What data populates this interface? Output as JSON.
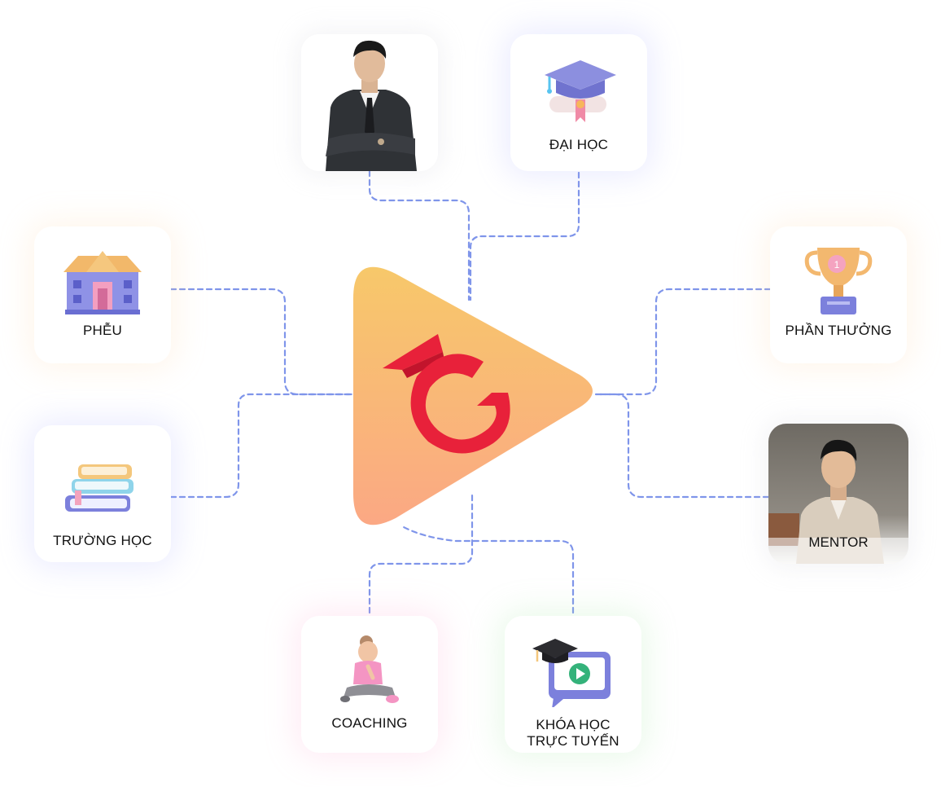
{
  "nodes": {
    "dai_hoc": {
      "label": "ĐẠI HỌC",
      "icon": "graduation-cap-diploma-icon"
    },
    "pheu": {
      "label": "PHỄU",
      "icon": "school-building-icon"
    },
    "phan_thuong": {
      "label": "PHẦN THƯỞNG",
      "icon": "trophy-icon"
    },
    "truong_hoc": {
      "label": "TRƯỜNG HỌC",
      "icon": "books-stack-icon"
    },
    "mentor": {
      "label": "MENTOR",
      "icon": "mentor-photo"
    },
    "coaching": {
      "label": "COACHING",
      "icon": "meditating-person-icon"
    },
    "khoa_hoc": {
      "label_line1": "KHÓA HỌC",
      "label_line2": "TRỰC TUYẾN",
      "icon": "online-course-icon"
    },
    "founder": {
      "icon": "founder-photo"
    }
  },
  "hub": {
    "icon": "brand-play-logo-icon"
  },
  "colors": {
    "connector": "#7f95ea",
    "hub_top": "#f7c66b",
    "hub_bottom": "#fba985",
    "logo_red": "#e8213a"
  }
}
